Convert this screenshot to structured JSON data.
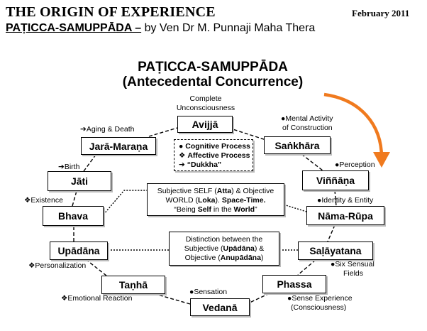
{
  "header": {
    "title": "THE ORIGIN OF EXPERIENCE",
    "date": "February 2011",
    "subtitle_main": "PAṬICCA-SAMUPPĀDA –",
    "subtitle_by": " by Ven Dr M. Punnaji Maha Thera"
  },
  "diagram": {
    "title_line1": "PAṬICCA-SAMUPPĀDA",
    "title_line2": "(Antecedental Concurrence)",
    "nodes": {
      "avijja": "Avijjā",
      "sankhara": "Saṅkhāra",
      "vinnana": "Viññāṇa",
      "namarupa": "Nāma-Rūpa",
      "salayatana": "Saḷāyatana",
      "phassa": "Phassa",
      "vedana": "Vedanā",
      "tanha": "Taṇhā",
      "upadana": "Upādāna",
      "bhava": "Bhava",
      "jati": "Jāti",
      "jara": "Jarā-Maraṇa"
    },
    "labels": {
      "avijja_1": "Complete",
      "avijja_2": "Unconsciousness",
      "sankhara_1": "Mental Activity",
      "sankhara_2": "of Construction",
      "vinnana": "Perception",
      "namarupa": "Identity & Entity",
      "salayatana_1": "Six Sensual",
      "salayatana_2": "Fields",
      "phassa_1": "Sense Experience",
      "phassa_2": "(Consciousness)",
      "vedana": "Sensation",
      "tanha": "Emotional Reaction",
      "upadana": "Personalization",
      "bhava": "Existence",
      "jati": "Birth",
      "jara": "Aging & Death"
    },
    "process_box": {
      "item1": "Cognitive Process",
      "item2": "Affective Process",
      "item3": "“Dukkha”"
    },
    "self_box": {
      "l1_a": "Subjective SELF (",
      "l1_b": "Atta",
      "l1_c": ") & Objective",
      "l2_a": "WORLD (",
      "l2_b": "Loka",
      "l2_c": "). ",
      "l2_d": "Space-Time.",
      "l3_a": "“Being ",
      "l3_b": "Self",
      "l3_c": " in the ",
      "l3_d": "World",
      "l3_e": "”"
    },
    "distinction_box": {
      "l1": "Distinction between the",
      "l2_a": "Subjective (",
      "l2_b": "Upādāna",
      "l2_c": ") &",
      "l3_a": "Objective (",
      "l3_b": "Anupādāna",
      "l3_c": ")"
    },
    "colors": {
      "arrow": "#f07a1e"
    }
  }
}
